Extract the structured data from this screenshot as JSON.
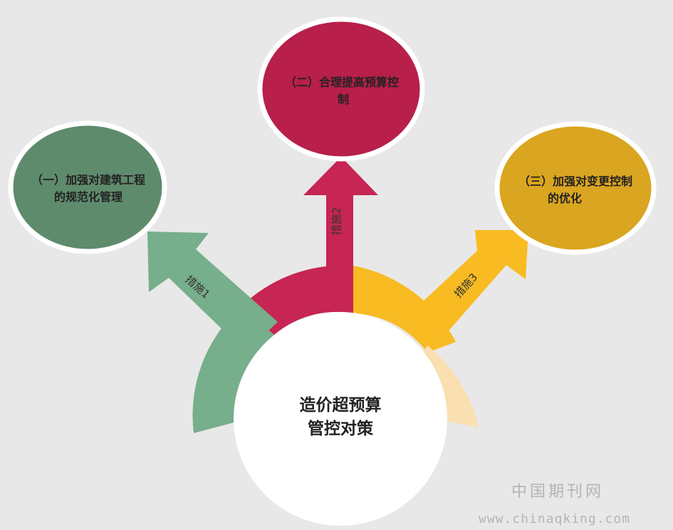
{
  "center": {
    "line1": "造价超预算",
    "line2": "管控对策"
  },
  "measures": [
    {
      "line1": "（一）加强对建筑工程",
      "line2": "的规范化管理",
      "arrow_label": "措施1",
      "color": "#5f8b6d",
      "arrow_color": "#77ae8b"
    },
    {
      "line1": "（二）合理提高预算控",
      "line2": "制",
      "arrow_label": "措施2",
      "color": "#b81f4a",
      "arrow_color": "#c72553"
    },
    {
      "line1": "（三）加强对变更控制",
      "line2": "的优化",
      "arrow_label": "措施3",
      "color": "#daa520",
      "arrow_color": "#f8bb22"
    }
  ],
  "watermark": {
    "name": "中国期刊网",
    "url": "www.chinaqking.com"
  }
}
